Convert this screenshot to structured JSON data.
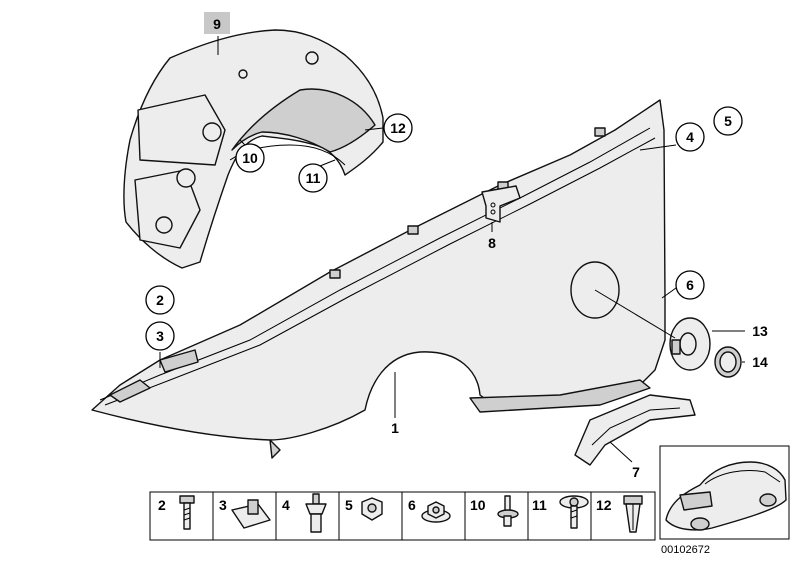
{
  "callouts": {
    "c1": "1",
    "c2": "2",
    "c3": "3",
    "c4": "4",
    "c5": "5",
    "c6": "6",
    "c7": "7",
    "c8": "8",
    "c9": "9",
    "c10": "10",
    "c11": "11",
    "c12": "12",
    "c13": "13",
    "c14": "14"
  },
  "legend": {
    "cells": [
      {
        "num": "2",
        "icon": "bolt-icon"
      },
      {
        "num": "3",
        "icon": "clip-nut-icon"
      },
      {
        "num": "4",
        "icon": "expansion-rivet-icon"
      },
      {
        "num": "5",
        "icon": "hex-nut-icon"
      },
      {
        "num": "6",
        "icon": "flange-nut-icon"
      },
      {
        "num": "10",
        "icon": "push-pin-icon"
      },
      {
        "num": "11",
        "icon": "screw-washer-icon"
      },
      {
        "num": "12",
        "icon": "expanding-nut-icon"
      }
    ]
  },
  "diagram_code": "00102672"
}
